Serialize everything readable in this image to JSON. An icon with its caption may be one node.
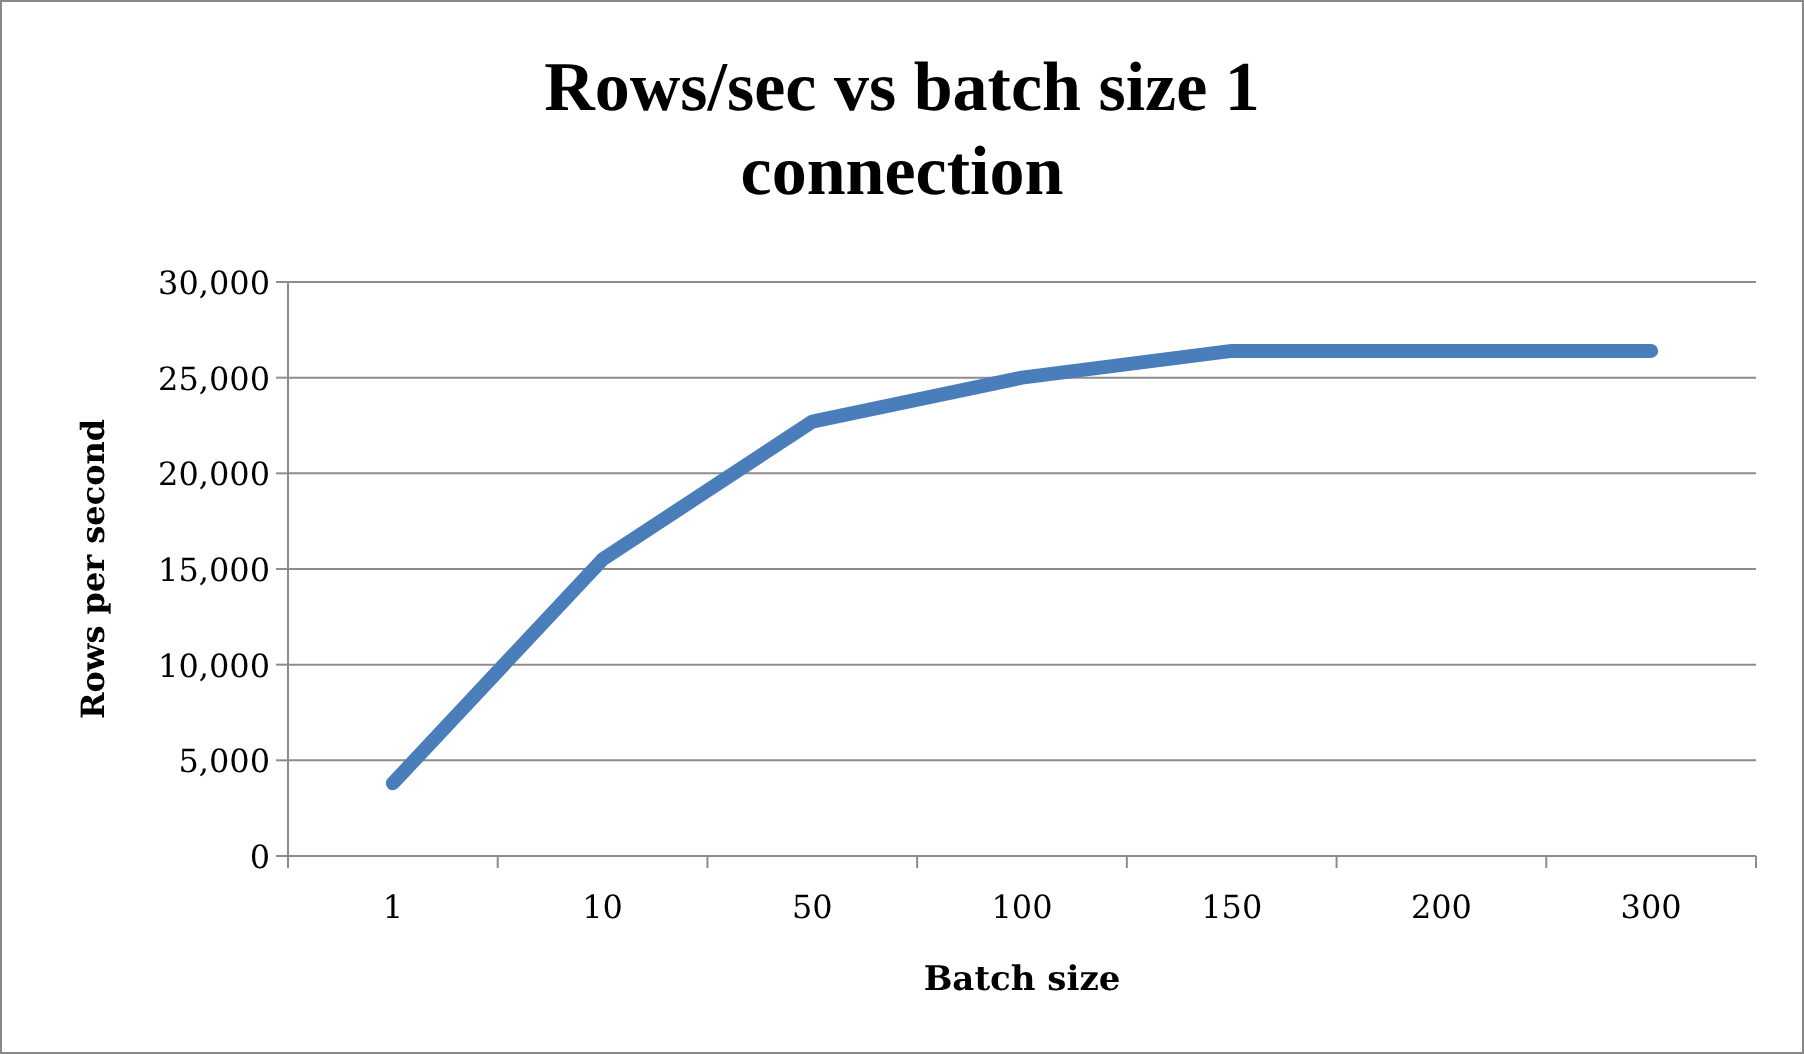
{
  "diagram": {
    "title": "Rows/sec vs batch size 1 connection",
    "chart_data": {
      "type": "line",
      "xlabel": "Batch size",
      "ylabel": "Rows per second",
      "categories": [
        "1",
        "10",
        "50",
        "100",
        "150",
        "200",
        "300"
      ],
      "series": [
        {
          "color": "#4a7ebb",
          "values": [
            3800,
            15500,
            22700,
            25000,
            26400,
            26400,
            26400
          ]
        }
      ],
      "ylim": [
        0,
        30000
      ],
      "grid": true,
      "yticks": [
        {
          "value": 0,
          "label": "0"
        },
        {
          "value": 5000,
          "label": "5,000"
        },
        {
          "value": 10000,
          "label": "10,000"
        },
        {
          "value": 15000,
          "label": "15,000"
        },
        {
          "value": 20000,
          "label": "20,000"
        },
        {
          "value": 25000,
          "label": "25,000"
        },
        {
          "value": 30000,
          "label": "30,000"
        }
      ]
    }
  }
}
